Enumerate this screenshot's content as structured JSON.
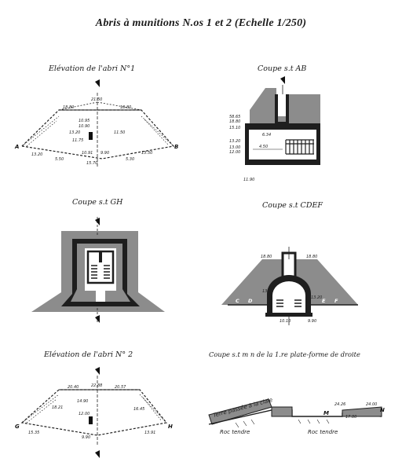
{
  "title": "Abris à munitions N.os 1 et 2 (Echelle 1/250)",
  "captions": {
    "elev1": "Elévation de l'abri N°1",
    "ab": "Coupe s.t AB",
    "gh": "Coupe s.t GH",
    "cdef": "Coupe s.t CDEF",
    "elev2": "Elévation de l'abri N° 2",
    "mn": "Coupe s.t m n de la 1.re plate-forme de droite"
  },
  "labels": {
    "A": "A",
    "B": "B",
    "C": "C",
    "D": "D",
    "E": "E",
    "F": "F",
    "G": "G",
    "H": "H",
    "M": "M",
    "N": "N",
    "terre": "Terre passée à la claie",
    "roc1": "Roc tendre",
    "roc2": "Roc tendre"
  },
  "colors": {
    "ink": "#1a1a1a",
    "masonry": "#1e1e1e",
    "earth": "#8c8c8c",
    "paper": "#ffffff"
  }
}
